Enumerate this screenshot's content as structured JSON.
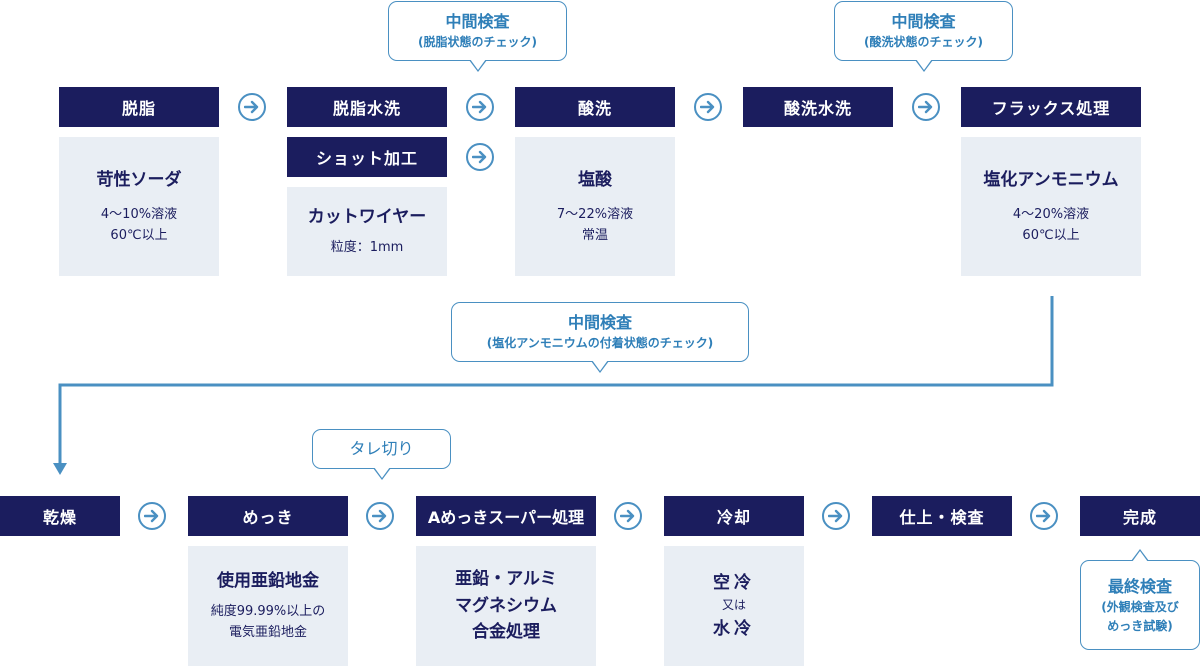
{
  "steps": {
    "degrease": "脱脂",
    "rinse": "脱脂水洗",
    "shot": "ショット加工",
    "pickling": "酸洗",
    "pickle_rinse": "酸洗水洗",
    "flux": "フラックス処理",
    "drying": "乾燥",
    "plating": "めっき",
    "super": "Aめっきスーパー処理",
    "cooling": "冷却",
    "finish": "仕上・検査",
    "complete": "完成"
  },
  "details": {
    "degrease": {
      "title": "苛性ソーダ",
      "lines": [
        "4～10%溶液",
        "60℃以上"
      ]
    },
    "shot": {
      "title": "カットワイヤー",
      "lines": [
        "粒度：1mm"
      ]
    },
    "pickling": {
      "title": "塩酸",
      "lines": [
        "7～22%溶液",
        "常温"
      ]
    },
    "flux": {
      "title": "塩化アンモニウム",
      "lines": [
        "4～20%溶液",
        "60℃以上"
      ]
    },
    "plating": {
      "title": "使用亜鉛地金",
      "lines": [
        "純度99.99%以上の",
        "電気亜鉛地金"
      ]
    },
    "super": {
      "title_lines": [
        "亜鉛・アルミ",
        "マグネシウム",
        "合金処理"
      ]
    },
    "cooling": {
      "title_lines": [
        "空冷"
      ],
      "middle": "又は",
      "title_lines2": [
        "水冷"
      ]
    }
  },
  "callouts": {
    "degrease_check": {
      "title": "中間検査",
      "sub": "(脱脂状態のチェック)"
    },
    "pickle_check": {
      "title": "中間検査",
      "sub": "(酸洗状態のチェック)"
    },
    "flux_check": {
      "title": "中間検査",
      "sub": "(塩化アンモニウムの付着状態のチェック)"
    },
    "drip": {
      "title": "タレ切り"
    },
    "final": {
      "title": "最終検査",
      "sub1": "(外観検査及び",
      "sub2": "めっき試験)"
    }
  },
  "colors": {
    "step_bg": "#1b1d5e",
    "detail_bg": "#e9eef4",
    "accent": "#4a90c2",
    "callout_text": "#2f7fb8"
  },
  "icons": {
    "flow_arrow": "circle-arrow-right-icon"
  }
}
